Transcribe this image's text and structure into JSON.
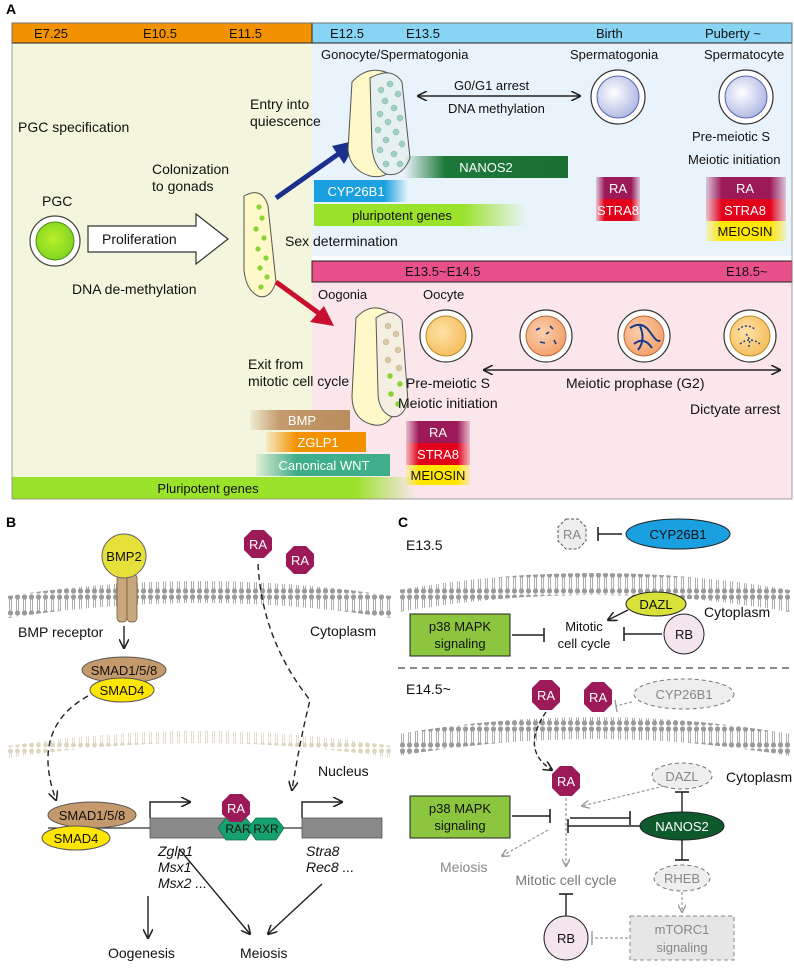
{
  "panelA": {
    "letter": "A",
    "timeline_top": [
      "E7.25",
      "E10.5",
      "E11.5",
      "E12.5",
      "E13.5",
      "Birth",
      "Puberty ~"
    ],
    "timeline_bottom": [
      "E13.5~E14.5",
      "E18.5~"
    ],
    "pgc_specification": "PGC specification",
    "pgc": "PGC",
    "proliferation": "Proliferation",
    "dna_demethylation": "DNA de-methylation",
    "colonization": [
      "Colonization",
      "to gonads"
    ],
    "sex_determination": "Sex determination",
    "entry_quiescence": [
      "Entry into",
      "quiescence"
    ],
    "exit_mitotic": [
      "Exit from",
      "mitotic cell cycle"
    ],
    "male_stage1": "Gonocyte/Spermatogonia",
    "male_stage2": "Spermatogonia",
    "male_stage3": "Spermatocyte",
    "g0g1_arrest": "G0/G1 arrest",
    "dna_methylation": "DNA methylation",
    "male_premeiotic": [
      "Pre-meiotic S",
      "Meiotic initiation"
    ],
    "female_stage1": "Oogonia",
    "female_stage2": "Oocyte",
    "female_premeiotic": [
      "Pre-meiotic S",
      "Meiotic initiation"
    ],
    "meiotic_prophase": "Meiotic prophase (G2)",
    "dictyate_arrest": "Dictyate arrest",
    "bars": {
      "nanos2": "NANOS2",
      "cyp26b1": "CYP26B1",
      "pluripotent_lower": "pluripotent genes",
      "ra": "RA",
      "stra8": "STRA8",
      "meiosin": "MEIOSIN",
      "bmp": "BMP",
      "zglp1": "ZGLP1",
      "wnt": "Canonical WNT",
      "pluripotent_upper": "Pluripotent genes"
    },
    "colors": {
      "orange": "#f39200",
      "sky": "#87d4f5",
      "pink_band": "#e8508a",
      "green_bg": "#f3f5dc",
      "blue_bg": "#e9f3fb",
      "pink_bg": "#fbe6ec",
      "male_arrow": "#1b2f8c",
      "female_arrow": "#c8102e"
    }
  },
  "panelB": {
    "letter": "B",
    "bmp2": "BMP2",
    "ra1": "RA",
    "ra2": "RA",
    "bmp_receptor": "BMP receptor",
    "cytoplasm": "Cytoplasm",
    "smad158": "SMAD1/5/8",
    "smad4": "SMAD4",
    "nucleus": "Nucleus",
    "smad158_n": "SMAD1/5/8",
    "smad4_n": "SMAD4",
    "ra_n": "RA",
    "rar": "RAR",
    "rxr": "RXR",
    "genes_left": [
      "Zglp1",
      "Msx1",
      "Msx2 ..."
    ],
    "genes_right": [
      "Stra8",
      "Rec8 ..."
    ],
    "oogenesis": "Oogenesis",
    "meiosis": "Meiosis"
  },
  "panelC": {
    "letter": "C",
    "e135": "E13.5",
    "ra_top": "RA",
    "cyp26b1_top": "CYP26B1",
    "dazl_top": "DAZL",
    "cytoplasm_top": "Cytoplasm",
    "p38_top": [
      "p38 MAPK",
      "signaling"
    ],
    "mitotic_top": [
      "Mitotic",
      "cell cycle"
    ],
    "rb_top": "RB",
    "e145": "E14.5~",
    "ra_b1": "RA",
    "ra_b2": "RA",
    "cyp26b1_b": "CYP26B1",
    "cytoplasm_b": "Cytoplasm",
    "ra_inner": "RA",
    "dazl_b": "DAZL",
    "p38_b": [
      "p38 MAPK",
      "signaling"
    ],
    "nanos2": "NANOS2",
    "meiosis": "Meiosis",
    "mitotic_b": "Mitotic cell cycle",
    "rheb": "RHEB",
    "rb_b": "RB",
    "mtorc1": [
      "mTORC1",
      "signaling"
    ]
  }
}
